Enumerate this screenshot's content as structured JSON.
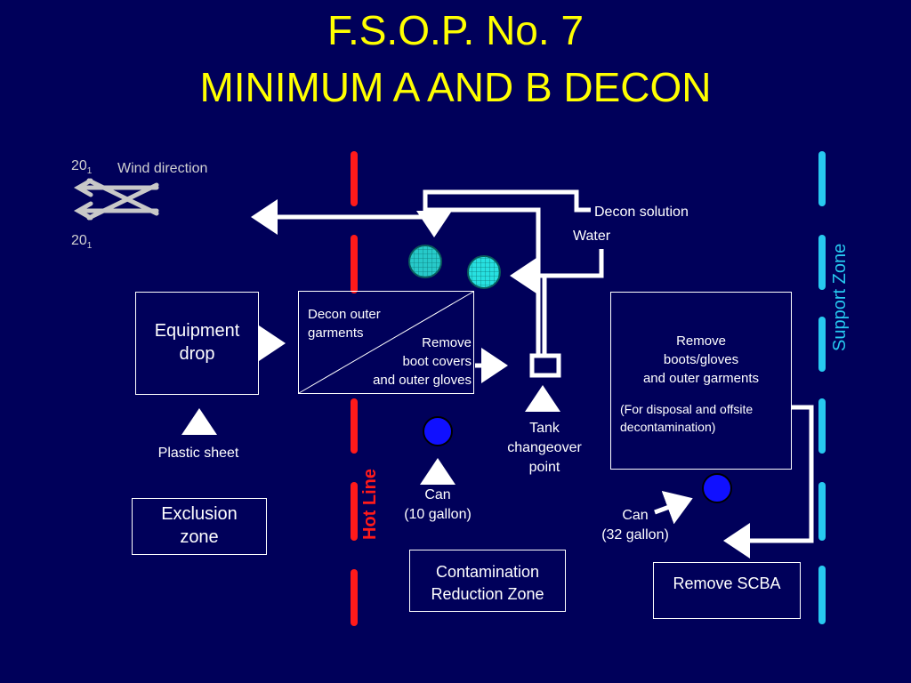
{
  "title": {
    "line1": "F.S.O.P. No.  7",
    "line2": "MINIMUM  A  AND  B  DECON"
  },
  "wind": {
    "label": "Wind direction",
    "top_value": "20",
    "top_sub": "1",
    "bottom_value": "20",
    "bottom_sub": "1"
  },
  "inputs": {
    "decon_solution": "Decon solution",
    "water": "Water"
  },
  "zones": {
    "hot_line": "Hot Line",
    "support_zone": "Support Zone",
    "exclusion": [
      "Exclusion",
      "zone"
    ],
    "contamination": [
      "Contamination",
      "Reduction Zone"
    ]
  },
  "stations": {
    "equipment_drop": [
      "Equipment",
      "drop"
    ],
    "plastic_sheet": "Plastic sheet",
    "decon_outer": [
      "Decon outer",
      "garments"
    ],
    "remove_boot_covers": [
      "Remove",
      "boot covers",
      "and outer gloves"
    ],
    "tank_changeover": [
      "Tank",
      "changeover",
      "point"
    ],
    "can_small": [
      "Can",
      "(10 gallon)"
    ],
    "remove_boots": [
      "Remove",
      "boots/gloves",
      "and outer garments"
    ],
    "disposal_note": [
      "(For disposal and offsite",
      "decontamination)"
    ],
    "can_large": [
      "Can",
      "(32 gallon)"
    ],
    "remove_scba": "Remove SCBA"
  },
  "colors": {
    "background": "#00005a",
    "title": "#ffff00",
    "hot_line": "#ff1a1a",
    "support_line": "#27c9f0",
    "pool": "#27c9c9",
    "can": "#1010ff",
    "arrow": "#ffffff"
  }
}
